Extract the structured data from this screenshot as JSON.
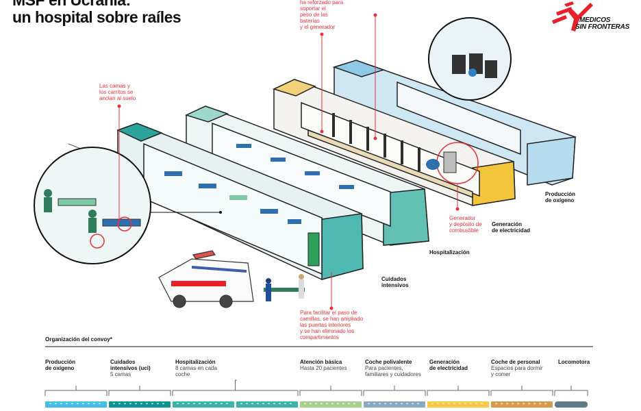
{
  "title": {
    "line1": "MSF en Ucrania:",
    "line2": "un hospital sobre raíles"
  },
  "logo": {
    "line1": "MEDICOS",
    "line2": "SIN FRONTERAS",
    "color": "#e8202a"
  },
  "annotations": {
    "floor": [
      "ha reforzado para",
      "soportar el",
      "peso de las",
      "baterías",
      "y el generador"
    ],
    "beds": [
      "Las camas y",
      "los carritos se",
      "anclan al suelo"
    ],
    "generator": [
      "Generador",
      "y depósito de",
      "combustible"
    ],
    "doors": [
      "Para facilitar el paso de",
      "camillas, se han ampliado",
      "las puertas interiores",
      "y se han eliminado los",
      "compartimentos"
    ]
  },
  "car_labels": {
    "oxygen": [
      "Producción",
      "de oxígeno"
    ],
    "electricity": [
      "Generación",
      "de electricidad"
    ],
    "hospitalization": [
      "Hospitalización"
    ],
    "icu": [
      "Cuidados",
      "intensivos"
    ]
  },
  "convoy": {
    "title": "Organización del convoy*",
    "items": [
      {
        "heading": [
          "Producción",
          "de oxígeno"
        ],
        "sub": [],
        "color": "#45bde6",
        "cars": 1
      },
      {
        "heading": [
          "Cuidados",
          "intensivos (uci)"
        ],
        "sub": [
          "5 camas"
        ],
        "color": "#0d9490",
        "cars": 1
      },
      {
        "heading": [
          "Hospitalización"
        ],
        "sub": [
          "8 camas en cada",
          "coche"
        ],
        "color": "#3bb3a8",
        "cars": 2
      },
      {
        "heading": [
          "Atención básica"
        ],
        "sub": [
          "Hasta 20 pacientes"
        ],
        "color": "#a7cf8e",
        "cars": 1
      },
      {
        "heading": [
          "Coche polivalente"
        ],
        "sub": [
          "Para pacientes,",
          "familiares y cuidadores"
        ],
        "color": "#87a9c1",
        "cars": 1
      },
      {
        "heading": [
          "Generación",
          "de electricidad"
        ],
        "sub": [],
        "color": "#f7c945",
        "cars": 1
      },
      {
        "heading": [
          "Coche de personal"
        ],
        "sub": [
          "Espacios para dormir",
          "y comer"
        ],
        "color": "#d79a4a",
        "cars": 1
      },
      {
        "heading": [
          "Locomotora"
        ],
        "sub": [],
        "color": "#5f7b88",
        "cars": 1
      }
    ]
  }
}
